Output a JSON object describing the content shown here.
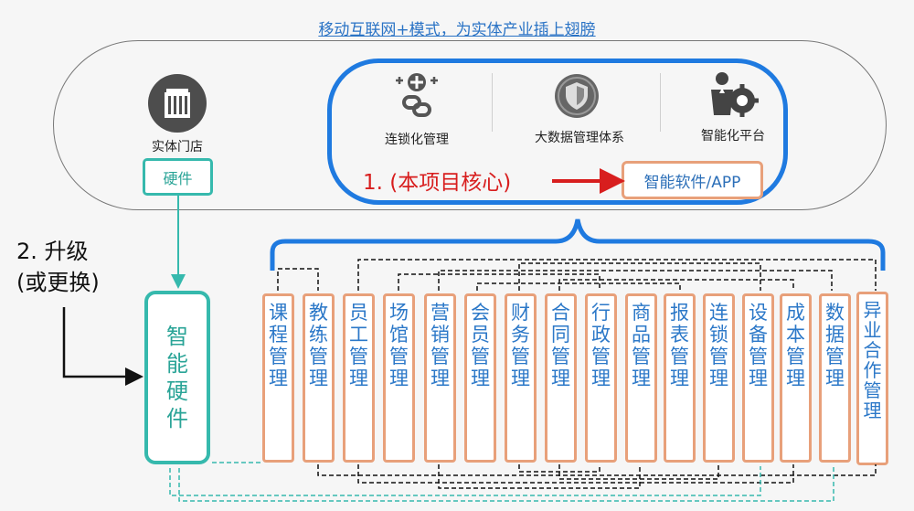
{
  "title": "移动互联网+模式，为实体产业插上翅膀",
  "store": {
    "label": "实体门店",
    "hardware_label": "硬件",
    "icon": "building-icon"
  },
  "core_items": [
    {
      "label": "连锁化管理",
      "icon": "chain-link-icon"
    },
    {
      "label": "大数据管理体系",
      "icon": "data-shield-icon"
    },
    {
      "label": "智能化平台",
      "icon": "gear-person-icon"
    }
  ],
  "core_label": "1. (本项目核心)",
  "software_label": "智能软件/APP",
  "upgrade_label_line1": "2. 升级",
  "upgrade_label_line2": "(或更换)",
  "smart_hardware": [
    "智",
    "能",
    "硬",
    "件"
  ],
  "modules": [
    {
      "chars": [
        "课",
        "程",
        "管",
        "理"
      ]
    },
    {
      "chars": [
        "教",
        "练",
        "管",
        "理"
      ]
    },
    {
      "chars": [
        "员",
        "工",
        "管",
        "理"
      ]
    },
    {
      "chars": [
        "场",
        "馆",
        "管",
        "理"
      ]
    },
    {
      "chars": [
        "营",
        "销",
        "管",
        "理"
      ]
    },
    {
      "chars": [
        "会",
        "员",
        "管",
        "理"
      ]
    },
    {
      "chars": [
        "财",
        "务",
        "管",
        "理"
      ]
    },
    {
      "chars": [
        "合",
        "同",
        "管",
        "理"
      ]
    },
    {
      "chars": [
        "行",
        "政",
        "管",
        "理"
      ]
    },
    {
      "chars": [
        "商",
        "品",
        "管",
        "理"
      ]
    },
    {
      "chars": [
        "报",
        "表",
        "管",
        "理"
      ]
    },
    {
      "chars": [
        "连",
        "锁",
        "管",
        "理"
      ]
    },
    {
      "chars": [
        "设",
        "备",
        "管",
        "理"
      ]
    },
    {
      "chars": [
        "成",
        "本",
        "管",
        "理"
      ]
    },
    {
      "chars": [
        "数",
        "据",
        "管",
        "理"
      ]
    },
    {
      "chars": [
        "异",
        "业",
        "合",
        "作",
        "管",
        "理"
      ]
    }
  ],
  "colors": {
    "blue": "#1f7ae0",
    "teal": "#36b9ad",
    "orange": "#e8a07a",
    "red": "#d81e1e",
    "text_blue": "#2c78c8"
  }
}
